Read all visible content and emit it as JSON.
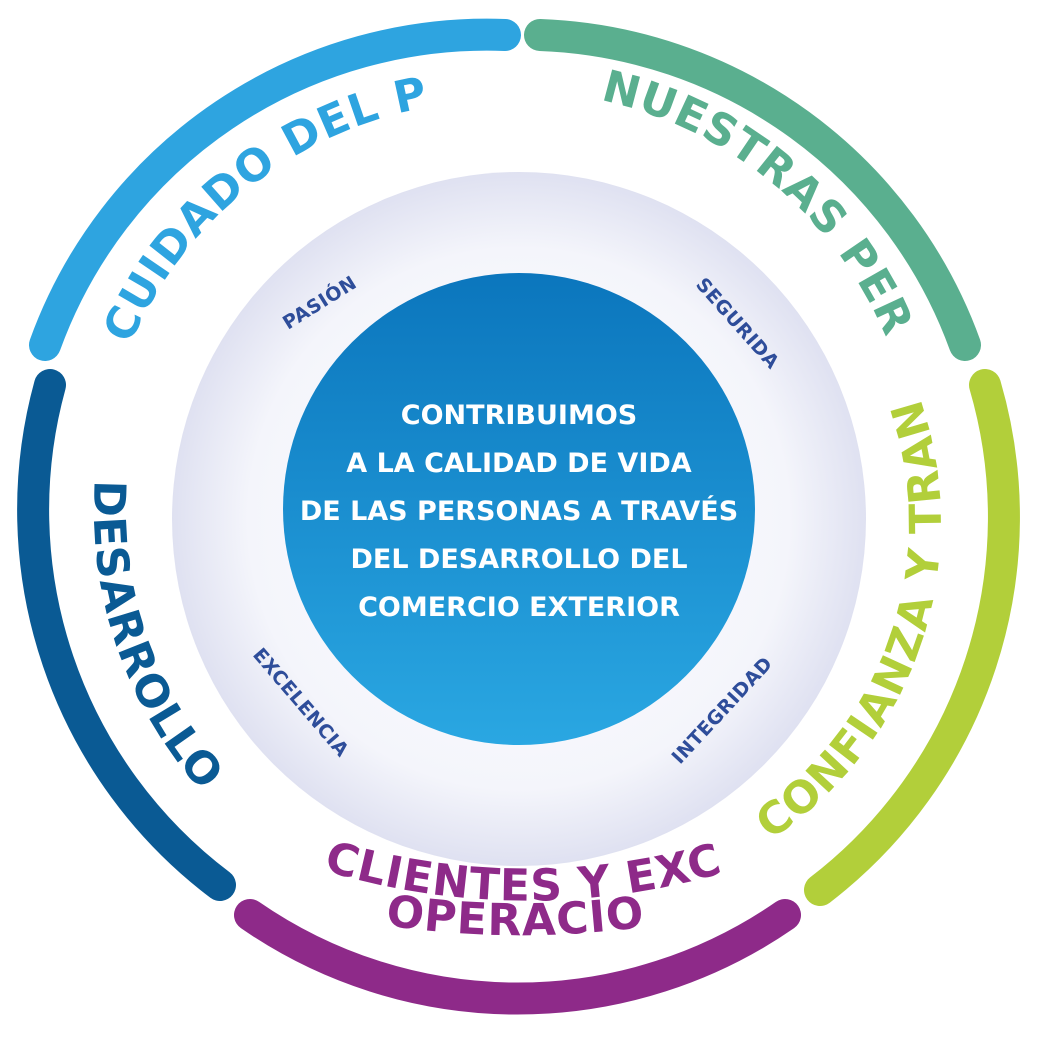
{
  "center": {
    "lines": [
      "CONTRIBUIMOS",
      "A LA CALIDAD DE VIDA",
      "DE LAS PERSONAS A TRAVÉS",
      "DEL DESARROLLO DEL",
      "COMERCIO EXTERIOR"
    ],
    "color_top": "#0b76bd",
    "color_bottom": "#2aa7e2"
  },
  "values": [
    {
      "key": "pasion",
      "label": "PASIÓN"
    },
    {
      "key": "seguridad",
      "label": "SEGURIDAD"
    },
    {
      "key": "excelencia",
      "label": "EXCELENCIA"
    },
    {
      "key": "integridad",
      "label": "INTEGRIDAD"
    }
  ],
  "pillars": [
    {
      "key": "cuidado",
      "label": "CUIDADO DEL PLANETA",
      "color": "#2ea4e0"
    },
    {
      "key": "personas",
      "label": "NUESTRAS PERSONAS",
      "color": "#5aaf8f"
    },
    {
      "key": "confianza",
      "label": "CONFIANZA Y TRANSPARENCIA",
      "color": "#b2cf3a"
    },
    {
      "key": "clientes",
      "label": "CLIENTES Y EXCELENCIA",
      "label2": "OPERACIONAL",
      "color": "#8e2a89"
    },
    {
      "key": "social",
      "label": "DESARROLLO SOCIAL",
      "color": "#0a5a94"
    }
  ]
}
